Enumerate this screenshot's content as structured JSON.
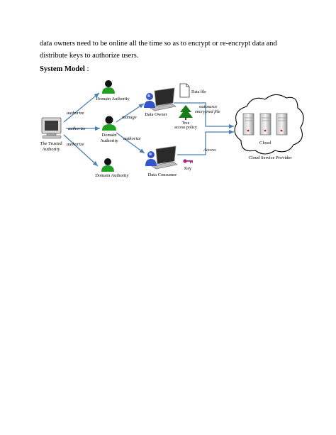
{
  "paragraph": "data owners need to be online all the time so as to encrypt or re-encrypt data and distribute keys to authorize users.",
  "section": {
    "title": "System Model",
    "suffix": " :"
  },
  "diagram": {
    "trusted_authority_line1": "The Trusted",
    "trusted_authority_line2": "Authority",
    "domain_authority_top": "Domain Authority",
    "domain_authority_mid_line1": "Domain",
    "domain_authority_mid_line2": "Authority",
    "domain_authority_bottom": "Domain Authority",
    "data_owner": "Data Owner",
    "data_consumer": "Data Consumer",
    "data_file": "Data file",
    "tree_line1": "Tree",
    "tree_line2": "access policy",
    "key": "Key",
    "cloud": "Cloud",
    "cloud_service_provider": "Cloud Service Provider",
    "edge_authorize_top": "authorize",
    "edge_authorize_mid": "authorize",
    "edge_authorize_bottom": "authorize",
    "edge_manage": "manage",
    "edge_authorize_consumer": "authorize",
    "edge_outsource_line1": "outsource",
    "edge_outsource_line2": "encrypted file",
    "edge_access": "Access"
  },
  "colors": {
    "arrow": "#4a7fb5",
    "person_body": "#22a022",
    "user_icon": "#3355cc",
    "key": "#9b2a8f",
    "tree": "#1a7a1a",
    "server_led": "#cc2222"
  }
}
